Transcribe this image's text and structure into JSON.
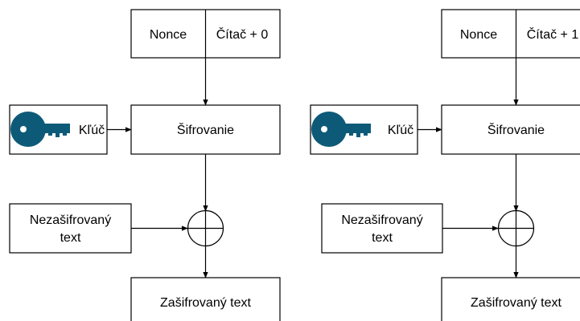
{
  "colors": {
    "key": "#0d5a78",
    "stroke": "#000000",
    "background": "#ffffff"
  },
  "icons": {
    "key": "key-icon",
    "xor": "xor-symbol"
  },
  "blocks": [
    {
      "nonce": "Nonce",
      "counter": "Čítač + 0",
      "key": "Kľúč",
      "encryption": "Šifrovanie",
      "plaintext_line1": "Nezašifrovaný",
      "plaintext_line2": "text",
      "ciphertext": "Zašifrovaný text"
    },
    {
      "nonce": "Nonce",
      "counter": "Čítač + 1",
      "key": "Kľúč",
      "encryption": "Šifrovanie",
      "plaintext_line1": "Nezašifrovaný",
      "plaintext_line2": "text",
      "ciphertext": "Zašifrovaný text"
    }
  ]
}
